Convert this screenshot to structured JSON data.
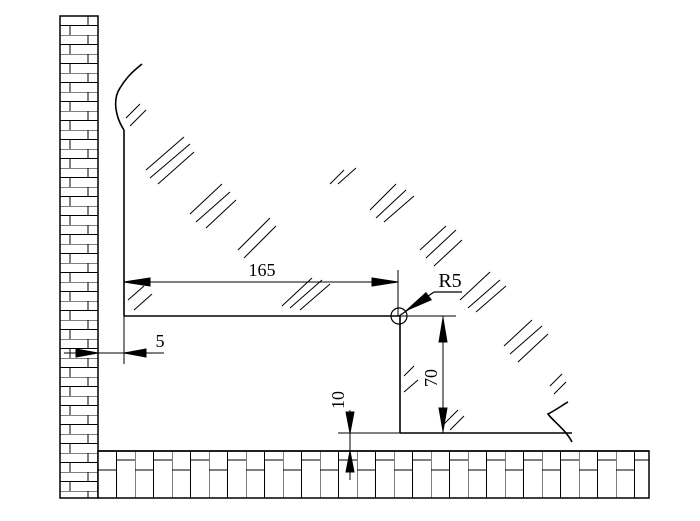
{
  "dimensions": {
    "length": "165",
    "radius": "R5",
    "gap": "5",
    "height": "70",
    "clearance": "10"
  },
  "colors": {
    "stroke": "#000000",
    "glass_hatch": "#000000",
    "background": "#ffffff"
  }
}
